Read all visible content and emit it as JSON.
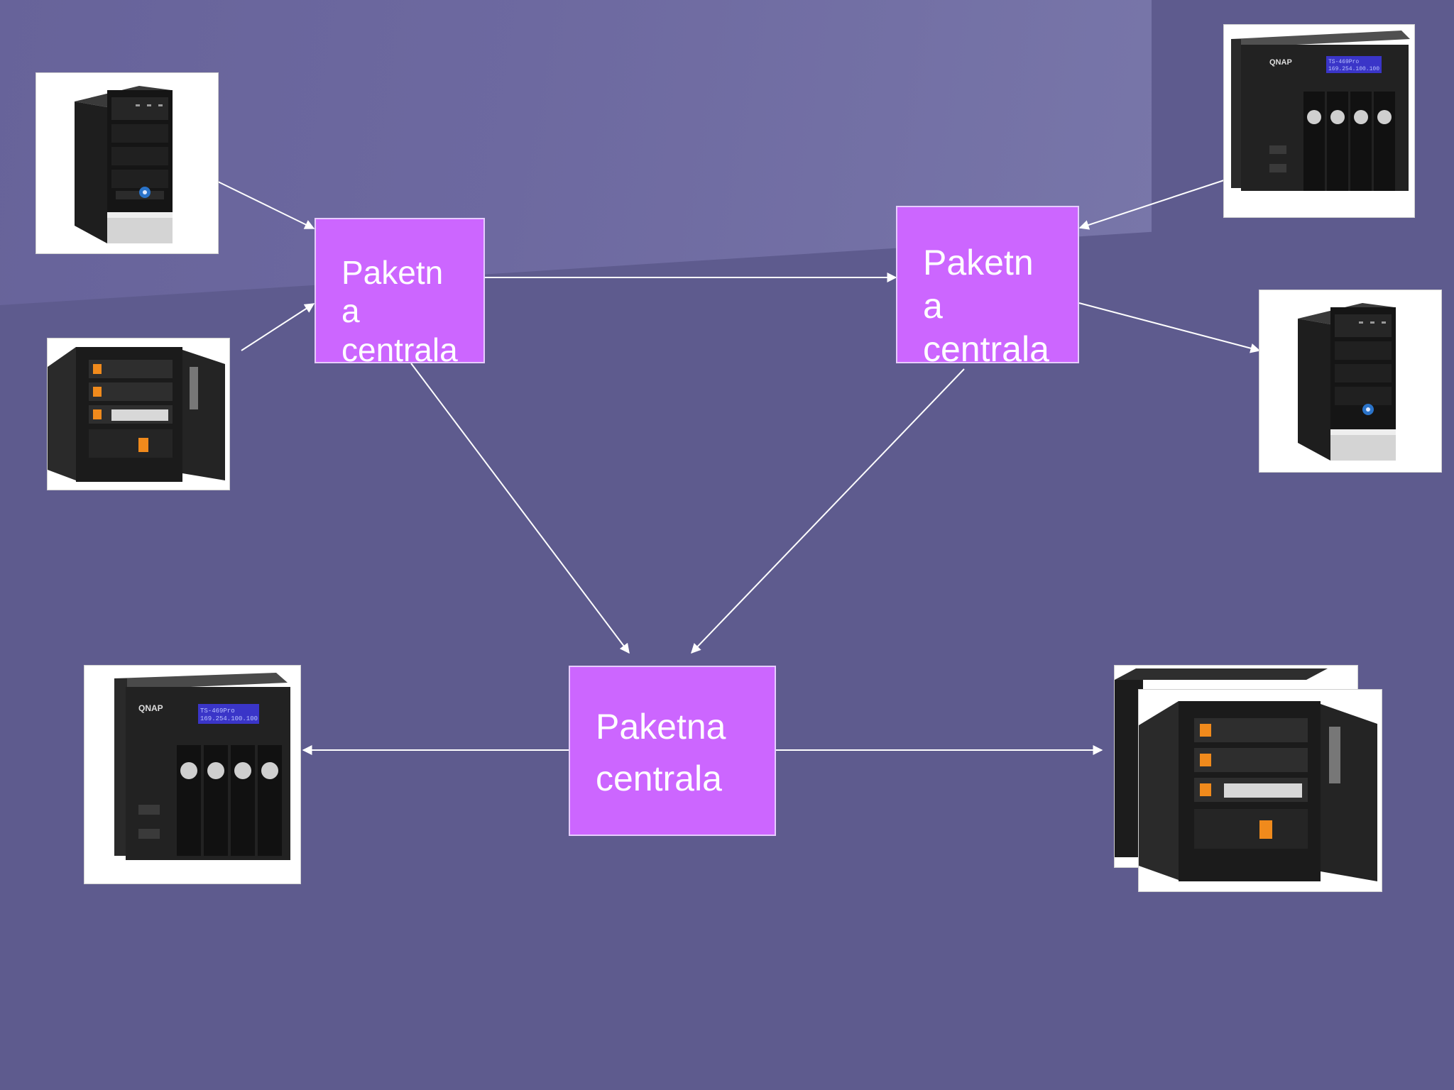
{
  "colors": {
    "background": "#5e5b8e",
    "box_fill": "#cc66ff",
    "box_border": "#e6ccff",
    "text": "#ffffff",
    "link": "#ffffff"
  },
  "nodes": {
    "exchange_a": {
      "label": "Paketn\na\ncentrala"
    },
    "exchange_b": {
      "label": "Paketn\na\ncentrala"
    },
    "exchange_c": {
      "label": "Paketna\ncentrala"
    }
  },
  "devices": [
    {
      "id": "pc-tower-top-left",
      "icon": "pc-tower-icon"
    },
    {
      "id": "nas-open-left",
      "icon": "nas-open-bay-icon"
    },
    {
      "id": "qnap-nas-top-right",
      "icon": "qnap-nas-icon",
      "brand": "QNAP",
      "lcd": [
        "TS-469Pro",
        "169.254.100.100"
      ]
    },
    {
      "id": "pc-tower-right",
      "icon": "pc-tower-icon"
    },
    {
      "id": "qnap-nas-bottom-left",
      "icon": "qnap-nas-icon",
      "brand": "QNAP",
      "lcd": [
        "TS-469Pro",
        "169.254.100.100"
      ]
    },
    {
      "id": "nas-open-bottom-right",
      "icon": "nas-open-bay-icon"
    }
  ],
  "connections": [
    {
      "from": "pc-tower-top-left",
      "to": "exchange_a"
    },
    {
      "from": "nas-open-left",
      "to": "exchange_a"
    },
    {
      "from": "exchange_a",
      "to": "exchange_b"
    },
    {
      "from": "qnap-nas-top-right",
      "to": "exchange_b"
    },
    {
      "from": "exchange_b",
      "to": "pc-tower-right"
    },
    {
      "from": "exchange_a",
      "to": "exchange_c"
    },
    {
      "from": "exchange_b",
      "to": "exchange_c"
    },
    {
      "from": "exchange_c",
      "to": "qnap-nas-bottom-left"
    },
    {
      "from": "exchange_c",
      "to": "nas-open-bottom-right"
    }
  ]
}
